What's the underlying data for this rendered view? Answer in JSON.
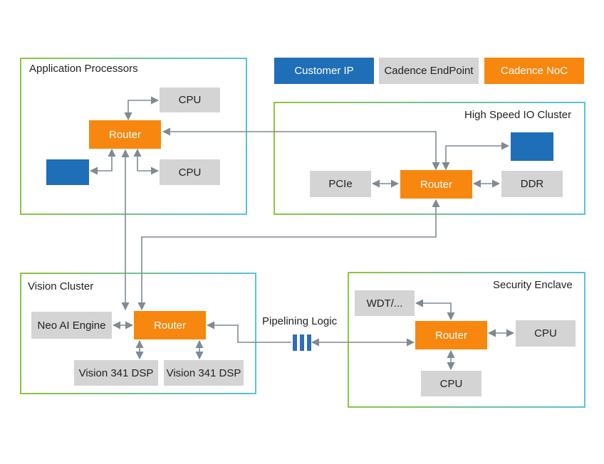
{
  "legend": {
    "customer_ip": "Customer IP",
    "cadence_endpoint": "Cadence EndPoint",
    "cadence_noc": "Cadence NoC"
  },
  "colors": {
    "customer_ip": "#1f6eb8",
    "cadence_endpoint": "#d4d4d4",
    "cadence_noc": "#f7870f",
    "connector": "#7f8a93"
  },
  "clusters": {
    "app": {
      "title": "Application Processors",
      "router": "Router",
      "cpu_top": "CPU",
      "cpu_bottom": "CPU"
    },
    "hsio": {
      "title": "High Speed IO Cluster",
      "router": "Router",
      "pcie": "PCIe",
      "ddr": "DDR"
    },
    "vision": {
      "title": "Vision Cluster",
      "router": "Router",
      "neo": "Neo AI Engine",
      "dsp1": "Vision 341 DSP",
      "dsp2": "Vision 341 DSP"
    },
    "security": {
      "title": "Security Enclave",
      "router": "Router",
      "wdt": "WDT/...",
      "cpu_right": "CPU",
      "cpu_bottom": "CPU"
    }
  },
  "pipelining": {
    "label": "Pipelining Logic"
  }
}
